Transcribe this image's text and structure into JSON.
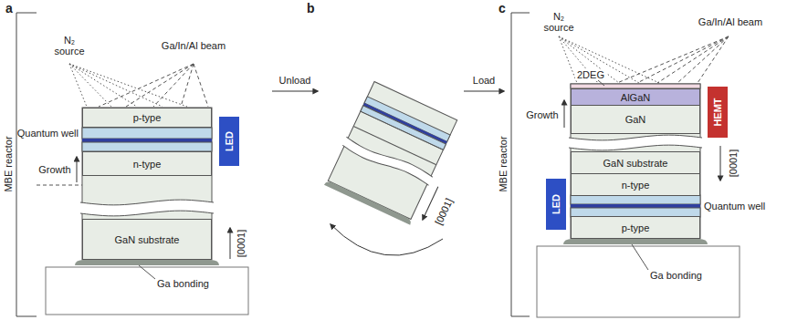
{
  "diagram": {
    "nodes": [
      {
        "text": [
          "p-type"
        ]
      },
      {
        "text": [
          "n-type"
        ]
      },
      {
        "text": [
          "GaN substrate"
        ]
      },
      {
        "text": [
          "LED"
        ]
      },
      {
        "text": [
          "AlGaN"
        ]
      },
      {
        "text": [
          "GaN"
        ]
      },
      {
        "text": [
          "GaN substrate"
        ]
      },
      {
        "text": [
          "n-type"
        ]
      },
      {
        "text": [
          "p-type"
        ]
      },
      {
        "text": [
          "HEMT"
        ]
      },
      {
        "text": [
          "LED"
        ]
      }
    ],
    "labels": [
      "a",
      "MBE reactor",
      "N₂ source",
      "Ga/In/Al beam",
      "Quantum well",
      "Growth",
      "[0001]",
      "Ga bonding",
      "b",
      "[0001]",
      "Unload",
      "Load",
      "c",
      "N₂ source",
      "Ga/In/Al beam",
      "2DEG",
      "Growth",
      "[0001]",
      "MBE reactor",
      "Quantum well",
      "Ga bonding"
    ]
  }
}
